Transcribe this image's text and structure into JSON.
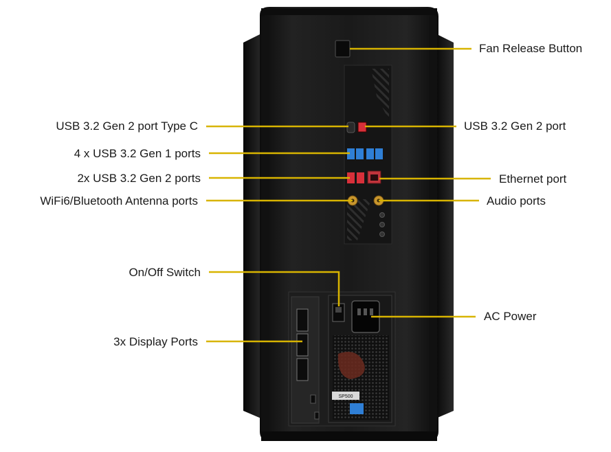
{
  "diagram": {
    "device": "rear-view-desktop-pc",
    "leader_color": "#d8b400",
    "case_color": "#1b1b1b",
    "usb_blue": "#2f7fd6",
    "usb_red": "#d8303a",
    "antenna_gold": "#c9962d",
    "psu_label_text": "SP500",
    "labels_left": [
      {
        "key": "usb_typec",
        "text": "USB 3.2 Gen 2 port Type C"
      },
      {
        "key": "usb_gen1",
        "text": "4 x USB 3.2 Gen 1 ports"
      },
      {
        "key": "usb_gen2",
        "text": "2x USB 3.2 Gen 2 ports"
      },
      {
        "key": "antenna",
        "text": "WiFi6/Bluetooth Antenna ports"
      },
      {
        "key": "onoff",
        "text": "On/Off Switch"
      },
      {
        "key": "display",
        "text": "3x Display Ports"
      }
    ],
    "labels_right": [
      {
        "key": "fan",
        "text": "Fan Release Button"
      },
      {
        "key": "usb_right",
        "text": "USB 3.2 Gen 2 port"
      },
      {
        "key": "ethernet",
        "text": "Ethernet port"
      },
      {
        "key": "audio",
        "text": "Audio ports"
      },
      {
        "key": "ac",
        "text": "AC Power"
      }
    ]
  }
}
